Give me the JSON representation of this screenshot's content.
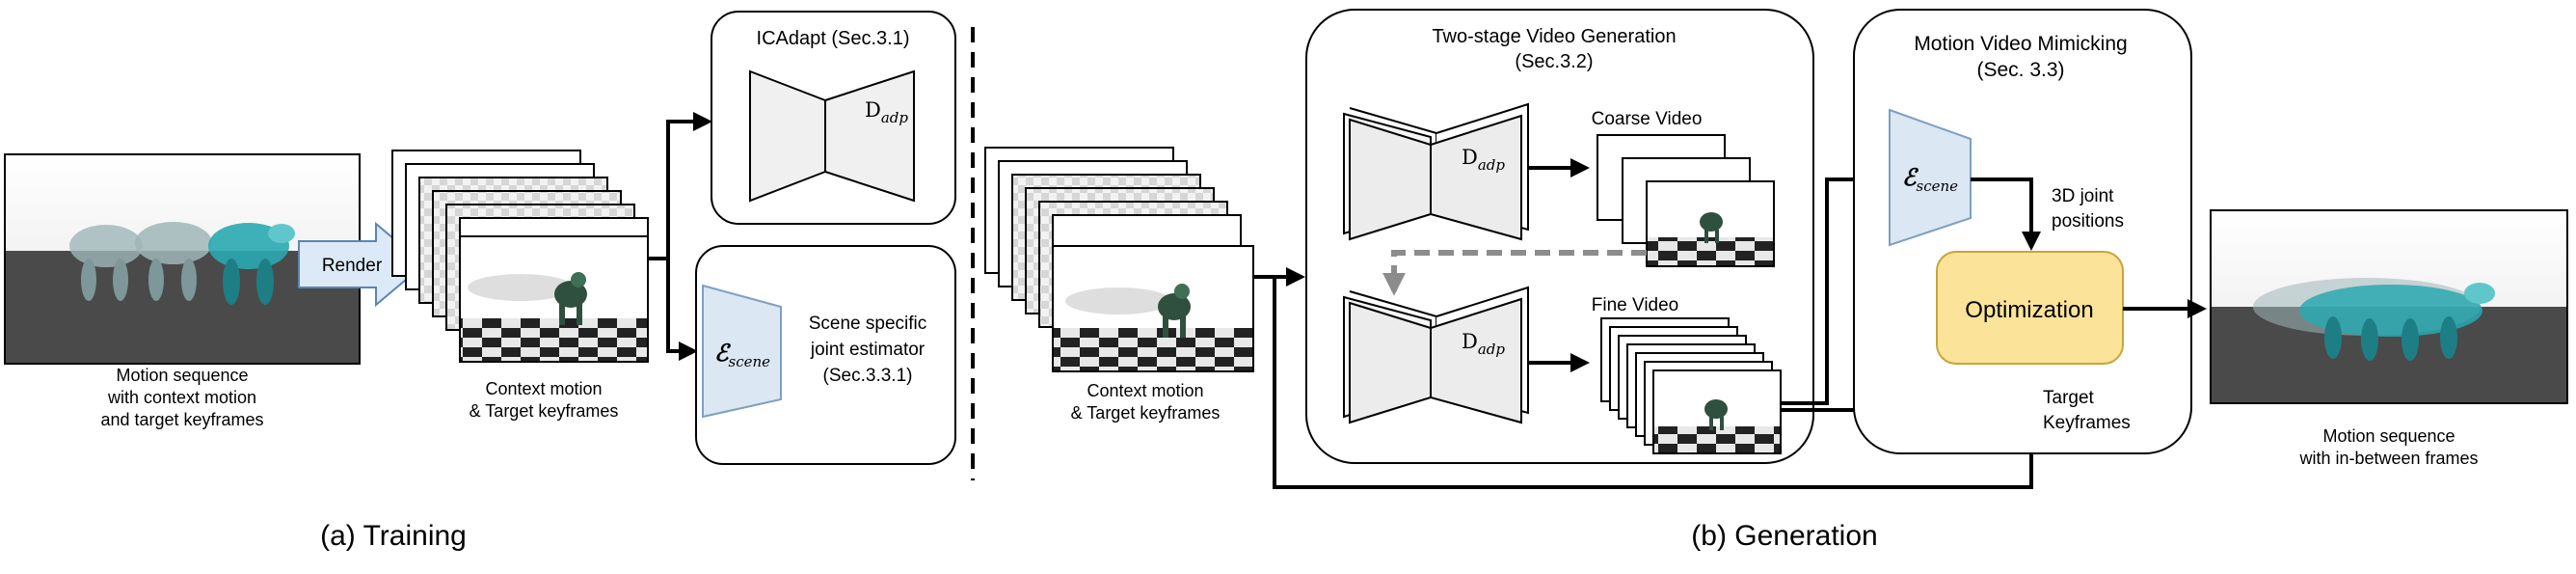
{
  "training": {
    "input_caption": [
      "Motion sequence",
      "with context motion",
      "and target keyframes"
    ],
    "render_label": "Render",
    "context_caption": [
      "Context motion",
      "& Target keyframes"
    ],
    "icadapt_title": "ICAdapt (Sec.3.1)",
    "icadapt_symbol": "D",
    "icadapt_subscript": "adp",
    "estimator_symbol": "ℰ",
    "estimator_subscript": "scene",
    "estimator_label": [
      "Scene specific",
      "joint estimator",
      "(Sec.3.3.1)"
    ],
    "section_label": "(a) Training"
  },
  "generation": {
    "context_caption": [
      "Context motion",
      "& Target keyframes"
    ],
    "video_title": [
      "Two-stage Video Generation",
      "(Sec.3.2)"
    ],
    "coarse_label": "Coarse Video",
    "fine_label": "Fine Video",
    "dadp_symbol": "D",
    "dadp_subscript": "adp",
    "mimic_title": [
      "Motion Video Mimicking",
      "(Sec. 3.3)"
    ],
    "estimator_symbol": "ℰ",
    "estimator_subscript": "scene",
    "joint_label": [
      "3D joint",
      "positions"
    ],
    "optimization_label": "Optimization",
    "keyframes_label": [
      "Target",
      "Keyframes"
    ],
    "output_caption": [
      "Motion sequence",
      "with in-between frames"
    ],
    "section_label": "(b) Generation"
  },
  "colors": {
    "encoder_fill": "#dbe7f3",
    "encoder_stroke": "#7f9fbf",
    "render_fill": "#dce9f6",
    "optimization_fill": "#fbe39a",
    "optimization_stroke": "#c8a53a",
    "ground": "#4a4a4a",
    "creature": "#2aa8b0"
  }
}
